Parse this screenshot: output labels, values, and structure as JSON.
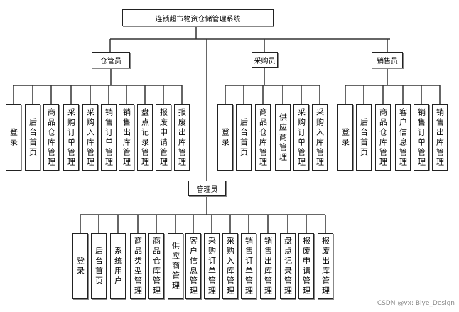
{
  "root": {
    "label": "连锁超市物资仓储管理系统"
  },
  "groups": [
    {
      "id": "warehouse-keeper",
      "label": "仓管员",
      "children": [
        "登录",
        "后台首页",
        "商品仓库管理",
        "采购订单管理",
        "采购入库管理",
        "销售订单管理",
        "销售出库管理",
        "盘点记录管理",
        "报废申请管理",
        "报废出库管理"
      ]
    },
    {
      "id": "purchaser",
      "label": "采购员",
      "children": [
        "登录",
        "后台首页",
        "商品仓库管理",
        "供应商管理",
        "采购订单管理",
        "采购入库管理"
      ]
    },
    {
      "id": "salesperson",
      "label": "销售员",
      "children": [
        "登录",
        "后台首页",
        "商品仓库管理",
        "客户信息管理",
        "销售订单管理",
        "销售出库管理"
      ]
    },
    {
      "id": "administrator",
      "label": "管理员",
      "children": [
        "登录",
        "后台首页",
        "系统用户",
        "商品类型管理",
        "商品仓库管理",
        "供应商管理",
        "客户信息管理",
        "采购订单管理",
        "采购入库管理",
        "销售订单管理",
        "销售出库管理",
        "盘点记录管理",
        "报废申请管理",
        "报废出库管理"
      ]
    }
  ],
  "watermark": "CSDN @vx: Biye_Design"
}
